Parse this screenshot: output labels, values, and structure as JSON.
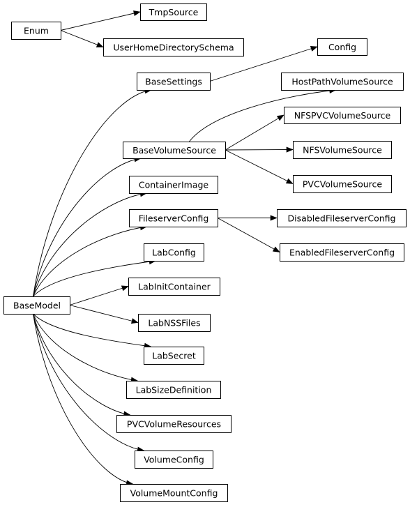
{
  "diagram": {
    "nodes": [
      {
        "id": "enum",
        "label": "Enum"
      },
      {
        "id": "tmpsource",
        "label": "TmpSource"
      },
      {
        "id": "userhome",
        "label": "UserHomeDirectorySchema"
      },
      {
        "id": "config",
        "label": "Config"
      },
      {
        "id": "basesettings",
        "label": "BaseSettings"
      },
      {
        "id": "hostpath",
        "label": "HostPathVolumeSource"
      },
      {
        "id": "nfspvc",
        "label": "NFSPVCVolumeSource"
      },
      {
        "id": "basevolume",
        "label": "BaseVolumeSource"
      },
      {
        "id": "nfsvolume",
        "label": "NFSVolumeSource"
      },
      {
        "id": "containerimage",
        "label": "ContainerImage"
      },
      {
        "id": "pvcvolume",
        "label": "PVCVolumeSource"
      },
      {
        "id": "fileserver",
        "label": "FileserverConfig"
      },
      {
        "id": "disabledfs",
        "label": "DisabledFileserverConfig"
      },
      {
        "id": "enabledfs",
        "label": "EnabledFileserverConfig"
      },
      {
        "id": "labconfig",
        "label": "LabConfig"
      },
      {
        "id": "labinit",
        "label": "LabInitContainer"
      },
      {
        "id": "basemodel",
        "label": "BaseModel"
      },
      {
        "id": "labnss",
        "label": "LabNSSFiles"
      },
      {
        "id": "labsecret",
        "label": "LabSecret"
      },
      {
        "id": "labsize",
        "label": "LabSizeDefinition"
      },
      {
        "id": "pvcresources",
        "label": "PVCVolumeResources"
      },
      {
        "id": "volumeconfig",
        "label": "VolumeConfig"
      },
      {
        "id": "volumemount",
        "label": "VolumeMountConfig"
      }
    ],
    "edges": [
      {
        "from": "enum",
        "to": "tmpsource"
      },
      {
        "from": "enum",
        "to": "userhome"
      },
      {
        "from": "basesettings",
        "to": "config"
      },
      {
        "from": "basevolume",
        "to": "hostpath"
      },
      {
        "from": "basevolume",
        "to": "nfspvc"
      },
      {
        "from": "basevolume",
        "to": "nfsvolume"
      },
      {
        "from": "basevolume",
        "to": "pvcvolume"
      },
      {
        "from": "fileserver",
        "to": "disabledfs"
      },
      {
        "from": "fileserver",
        "to": "enabledfs"
      },
      {
        "from": "basemodel",
        "to": "basesettings"
      },
      {
        "from": "basemodel",
        "to": "basevolume"
      },
      {
        "from": "basemodel",
        "to": "containerimage"
      },
      {
        "from": "basemodel",
        "to": "fileserver"
      },
      {
        "from": "basemodel",
        "to": "labconfig"
      },
      {
        "from": "basemodel",
        "to": "labinit"
      },
      {
        "from": "basemodel",
        "to": "labnss"
      },
      {
        "from": "basemodel",
        "to": "labsecret"
      },
      {
        "from": "basemodel",
        "to": "labsize"
      },
      {
        "from": "basemodel",
        "to": "pvcresources"
      },
      {
        "from": "basemodel",
        "to": "volumeconfig"
      },
      {
        "from": "basemodel",
        "to": "volumemount"
      }
    ]
  }
}
